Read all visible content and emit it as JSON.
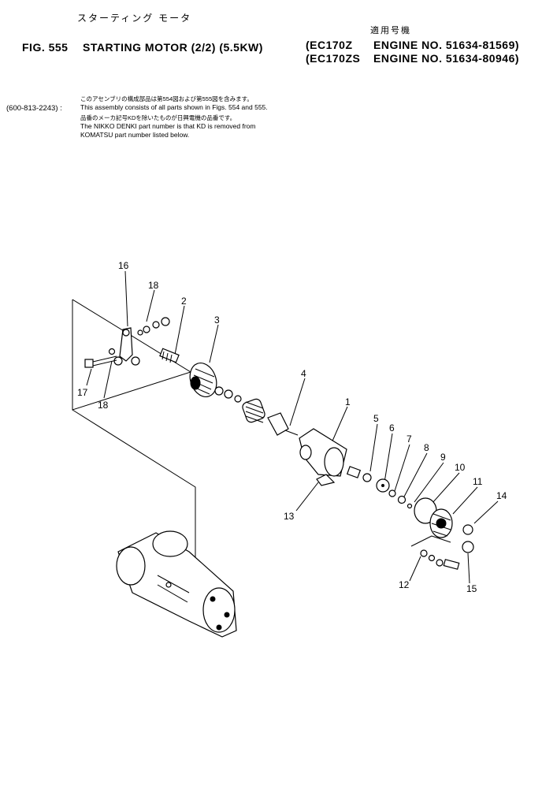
{
  "header": {
    "title_jp": "スターティング モータ",
    "applic_jp": "適用号機",
    "fig_no": "FIG. 555",
    "title": "STARTING MOTOR (2/2) (5.5KW)",
    "model_1": "(EC170Z",
    "engine_1": "ENGINE NO. 51634-81569)",
    "model_2": "(EC170ZS",
    "engine_2": "ENGINE NO. 51634-80946)"
  },
  "notes": {
    "assembly_no": "(600-813-2243) :",
    "line_jp_1": "このアセンブリの構成部品は第554図および第555図を含みます。",
    "line_1": "This assembly consists of all parts shown in Figs. 554 and 555.",
    "line_jp_2": "品番のメーカ記号KDを除いたものが日興電機の品番です。",
    "line_2": "The NIKKO DENKI part number is that KD is removed from",
    "line_3": "KOMATSU part number listed below."
  },
  "callouts": [
    "1",
    "2",
    "3",
    "4",
    "5",
    "6",
    "7",
    "8",
    "9",
    "10",
    "11",
    "12",
    "13",
    "14",
    "15",
    "16",
    "17",
    "18",
    "18"
  ]
}
